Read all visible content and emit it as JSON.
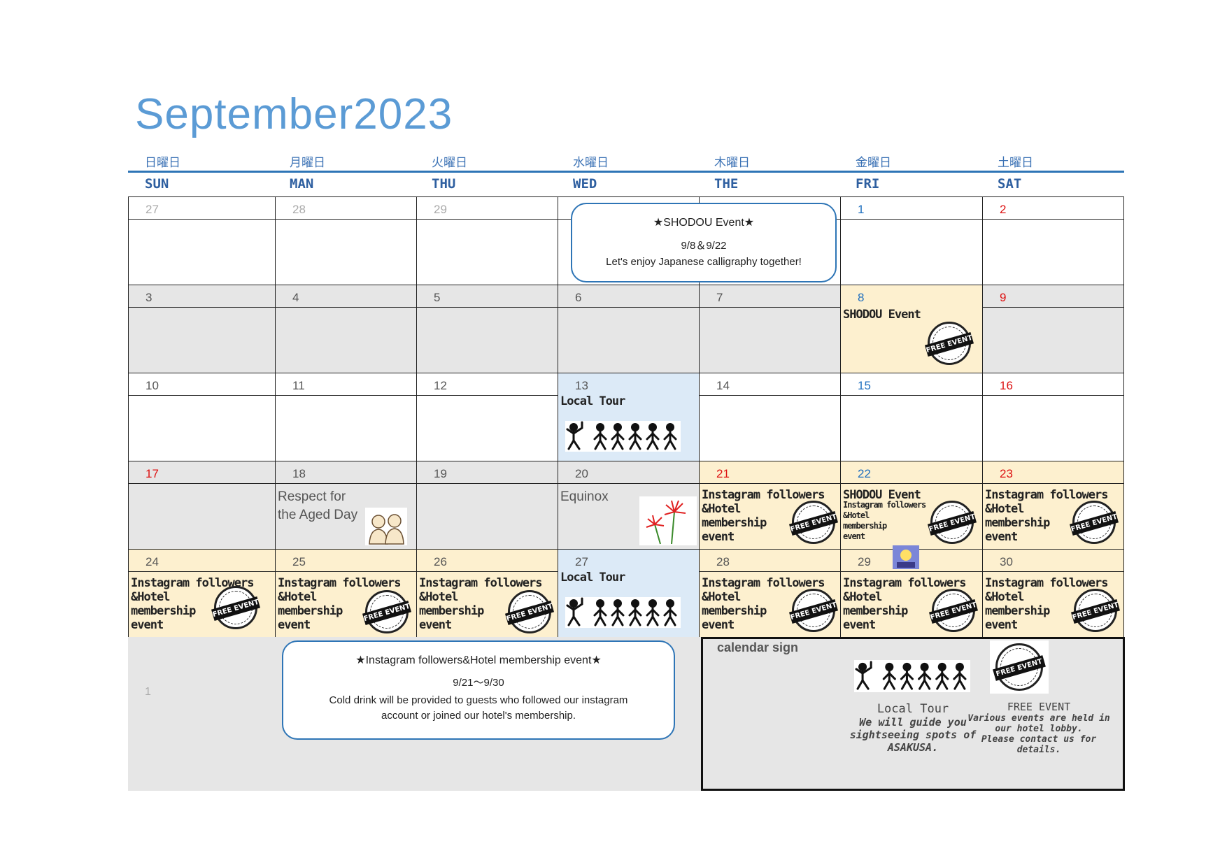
{
  "title": "September2023",
  "weekdays_jp": [
    "日曜日",
    "月曜日",
    "火曜日",
    "水曜日",
    "木曜日",
    "金曜日",
    "土曜日"
  ],
  "weekdays_en": [
    "SUN",
    "MAN",
    "THU",
    "WED",
    "THE",
    "FRI",
    "SAT"
  ],
  "event_labels": {
    "shodou": "SHODOU Event",
    "local_tour": "Local Tour",
    "insta_1": "Instagram followers",
    "insta_2": "&Hotel",
    "insta_3": "membership",
    "insta_4": "event",
    "aged_1": "Respect for",
    "aged_2": "the Aged Day",
    "equinox": "Equinox",
    "stamp": "FREE EVENT"
  },
  "days": {
    "r0": [
      "27",
      "28",
      "29",
      "",
      "",
      "1",
      "2"
    ],
    "r1": [
      "3",
      "4",
      "5",
      "6",
      "7",
      "8",
      "9"
    ],
    "r2": [
      "10",
      "11",
      "12",
      "13",
      "14",
      "15",
      "16"
    ],
    "r3": [
      "17",
      "18",
      "19",
      "20",
      "21",
      "22",
      "23"
    ],
    "r4": [
      "24",
      "25",
      "26",
      "27",
      "28",
      "29",
      "30"
    ],
    "r5": [
      "1"
    ]
  },
  "shodou_box": {
    "heading": "★SHODOU Event★",
    "dates": "9/8＆9/22",
    "text": "Let's enjoy Japanese calligraphy together!"
  },
  "insta_box": {
    "heading": "★Instagram followers&Hotel membership event★",
    "dates": "9/21～9/30",
    "text1": "Cold drink will be provided to guests who followed our instagram",
    "text2": "account or joined our hotel's membership."
  },
  "legend": {
    "title": "calendar sign",
    "tour_title": "Local Tour",
    "tour_1": "We will guide you",
    "tour_2": "sightseeing spots of",
    "tour_3": "ASAKUSA.",
    "free_title": "FREE EVENT",
    "free_1": "Various events are held in",
    "free_2": "our hotel lobby.",
    "free_3": "Please contact us for",
    "free_4": "details."
  },
  "colors": {
    "title_blue": "#5b9bd5",
    "header_blue": "#2e75b6",
    "weekend_grey": "#e6e6e6",
    "event_yellow": "#fdf0cf",
    "tour_blue": "#dceaf7",
    "sunday_red": "#dd1111"
  }
}
